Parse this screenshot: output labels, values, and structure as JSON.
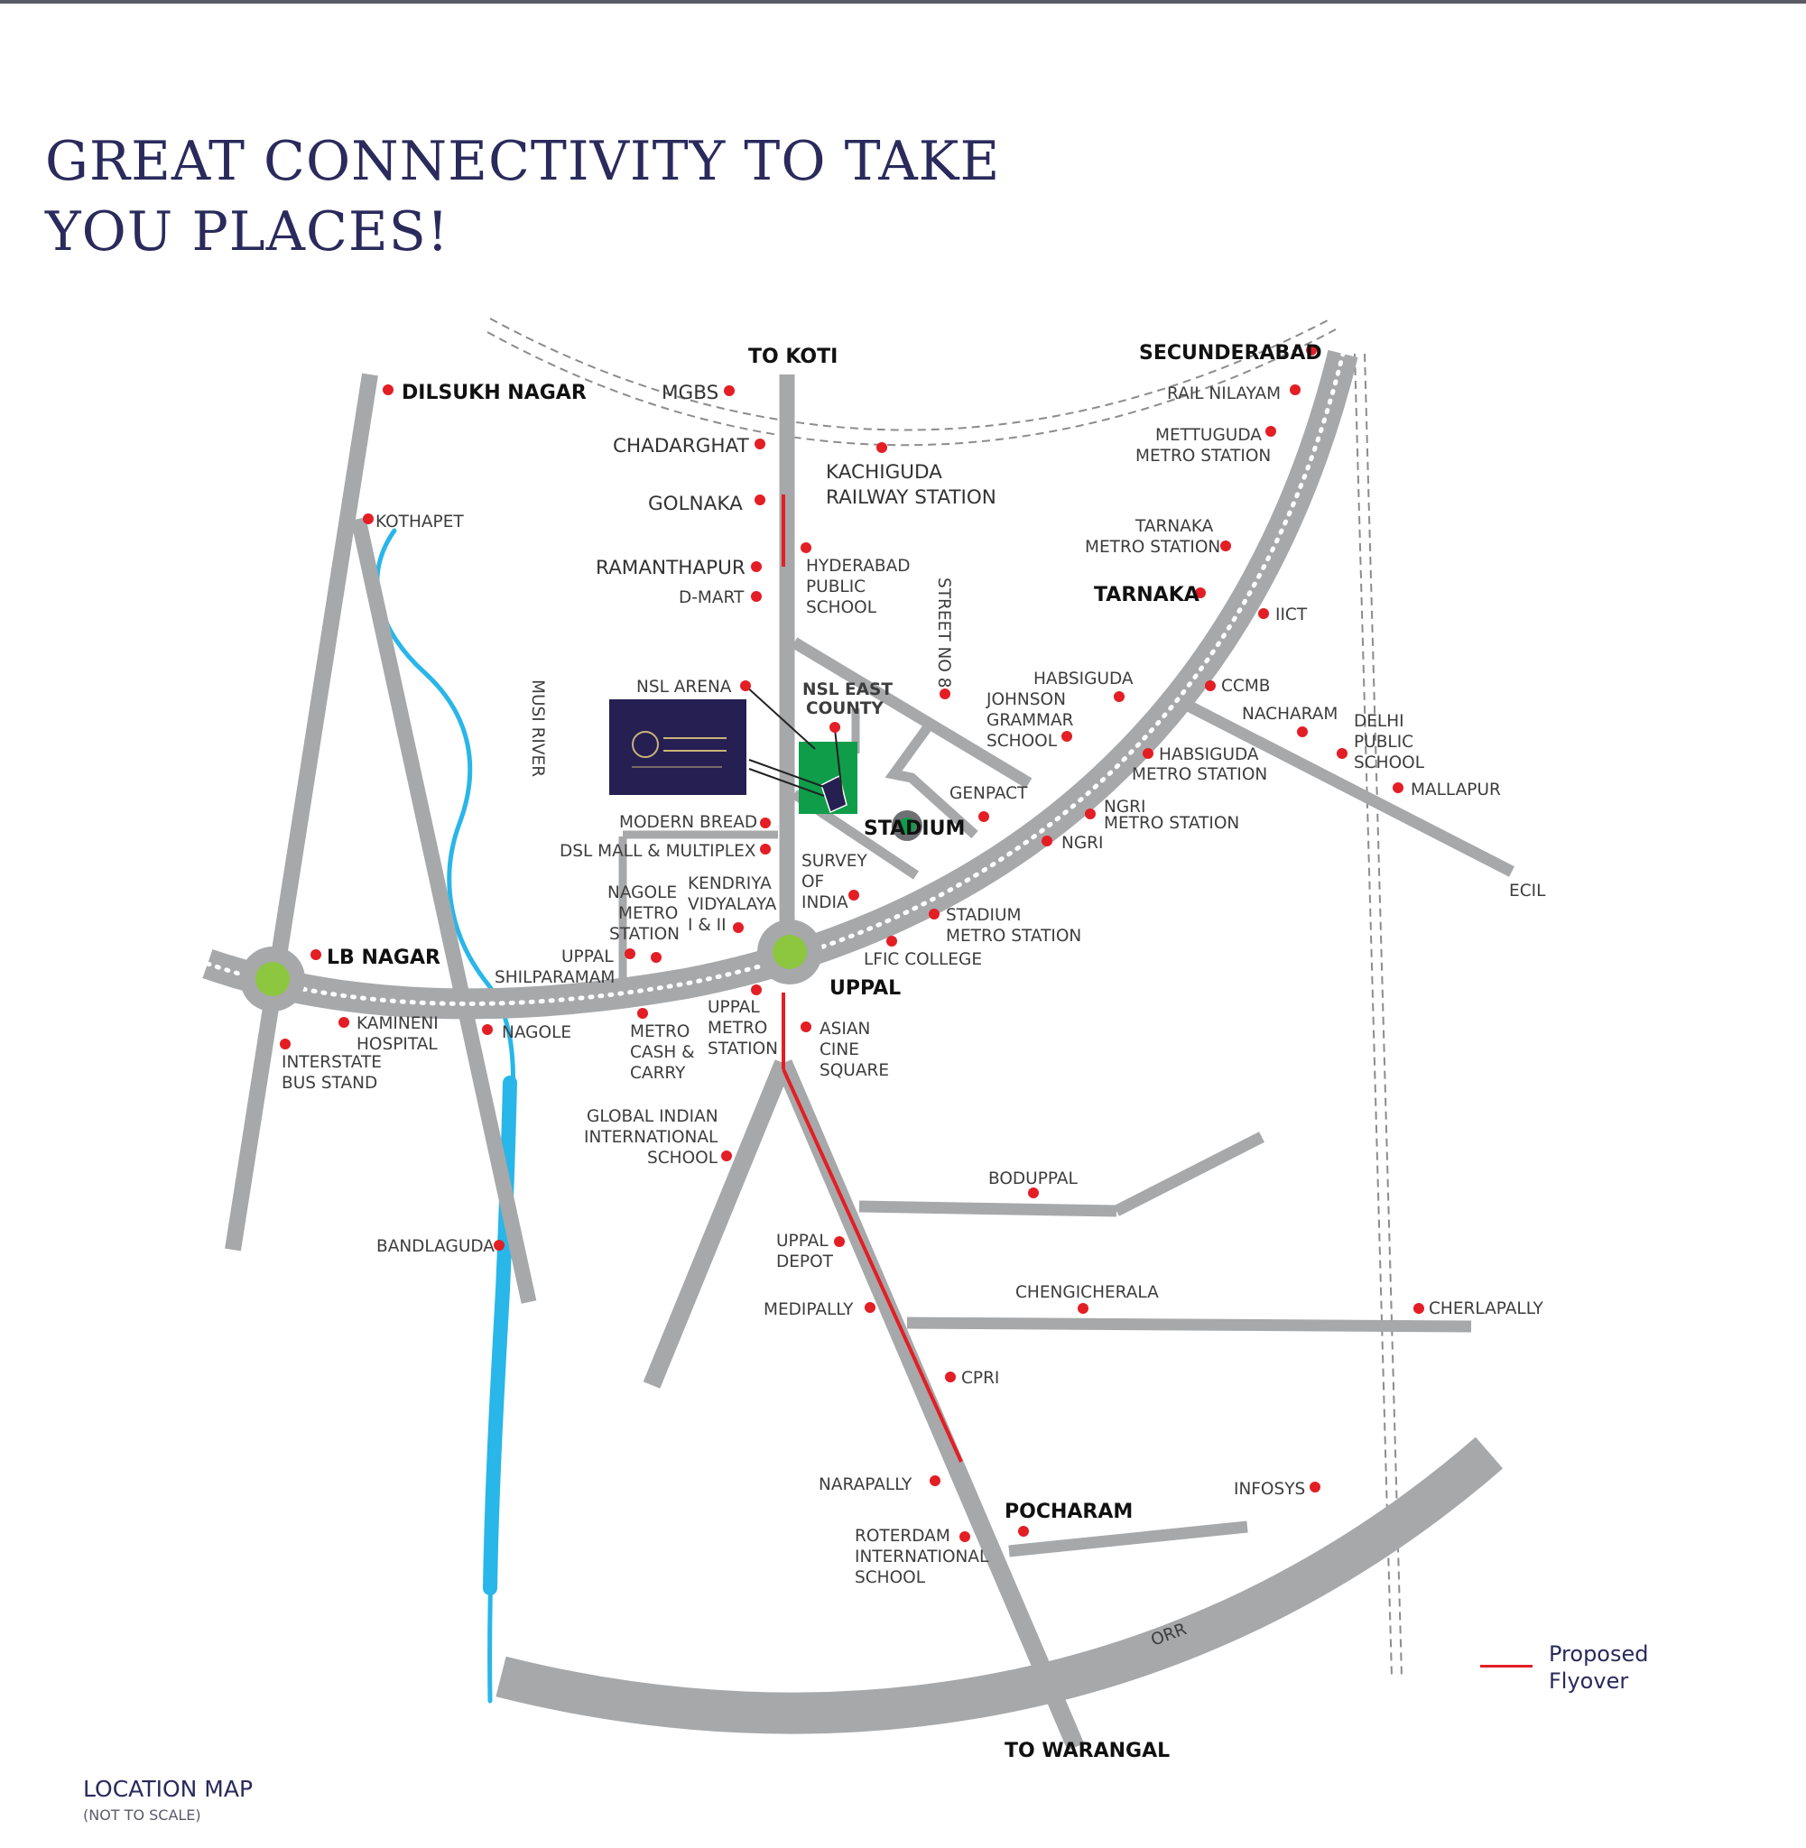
{
  "title": {
    "line1": "GREAT CONNECTIVITY TO TAKE",
    "line2": "YOU PLACES!"
  },
  "map": {
    "labels": {
      "to_koti": "TO KOTI",
      "secunderabad": "SECUNDERABAD",
      "dilsukh_nagar": "DILSUKH NAGAR",
      "mgbs": "MGBS",
      "rail_nilayam": "RAIL NILAYAM",
      "chadarghat": "CHADARGHAT",
      "kachiguda_1": "KACHIGUDA",
      "kachiguda_2": "RAILWAY STATION",
      "mettuguda_1": "METTUGUDA",
      "mettuguda_2": "METRO STATION",
      "golnaka": "GOLNAKA",
      "kothapet": "KOTHAPET",
      "tarnaka_metro_1": "TARNAKA",
      "tarnaka_metro_2": "METRO STATION",
      "ramanthapur": "RAMANTHAPUR",
      "hps_1": "HYDERABAD",
      "hps_2": "PUBLIC",
      "hps_3": "SCHOOL",
      "dmart": "D-MART",
      "tarnaka": "TARNAKA",
      "iict": "IICT",
      "street_no8": "STREET NO 8",
      "musi_river": "MUSI RIVER",
      "nsl_arena": "NSL ARENA",
      "nsl_east_1": "NSL EAST",
      "nsl_east_2": "COUNTY",
      "habsiguda": "HABSIGUDA",
      "jgs_1": "JOHNSON",
      "jgs_2": "GRAMMAR",
      "jgs_3": "SCHOOL",
      "ccmb": "CCMB",
      "nacharam": "NACHARAM",
      "dps_1": "DELHI",
      "dps_2": "PUBLIC",
      "dps_3": "SCHOOL",
      "habsiguda_metro_1": "HABSIGUDA",
      "habsiguda_metro_2": "METRO STATION",
      "mallapur": "MALLAPUR",
      "genpact": "GENPACT",
      "ngri_metro_1": "NGRI",
      "ngri_metro_2": "METRO STATION",
      "modern_bread": "MODERN BREAD",
      "stadium": "STADIUM",
      "ngri": "NGRI",
      "dsl_mall": "DSL MALL & MULTIPLEX",
      "ecil": "ECIL",
      "nagole_metro_1": "NAGOLE",
      "nagole_metro_2": "METRO",
      "nagole_metro_3": "STATION",
      "kv_1": "KENDRIYA",
      "kv_2": "VIDYALAYA",
      "kv_3": "I & II",
      "soi_1": "SURVEY",
      "soi_2": "OF",
      "soi_3": "INDIA",
      "stadium_metro_1": "STADIUM",
      "stadium_metro_2": "METRO STATION",
      "lb_nagar": "LB NAGAR",
      "uppal_shilparamam_1": "UPPAL",
      "uppal_shilparamam_2": "SHILPARAMAM",
      "lfic": "LFIC COLLEGE",
      "uppal": "UPPAL",
      "kamineni_1": "KAMINENI",
      "kamineni_2": "HOSPITAL",
      "nagole": "NAGOLE",
      "metro_cc_1": "METRO",
      "metro_cc_2": "CASH &",
      "metro_cc_3": "CARRY",
      "uppal_metro_1": "UPPAL",
      "uppal_metro_2": "METRO",
      "uppal_metro_3": "STATION",
      "asian_1": "ASIAN",
      "asian_2": "CINE",
      "asian_3": "SQUARE",
      "isbs_1": "INTERSTATE",
      "isbs_2": "BUS STAND",
      "giis_1": "GLOBAL INDIAN",
      "giis_2": "INTERNATIONAL",
      "giis_3": "SCHOOL",
      "boduppal": "BODUPPAL",
      "bandlaguda": "BANDLAGUDA",
      "uppal_depot_1": "UPPAL",
      "uppal_depot_2": "DEPOT",
      "chengicherala": "CHENGICHERALA",
      "medipally": "MEDIPALLY",
      "cherlapally": "CHERLAPALLY",
      "cpri": "CPRI",
      "narapally": "NARAPALLY",
      "infosys": "INFOSYS",
      "pocharam": "POCHARAM",
      "ris_1": "ROTERDAM",
      "ris_2": "INTERNATIONAL",
      "ris_3": "SCHOOL",
      "orr": "ORR",
      "to_warangal": "TO WARANGAL"
    }
  },
  "legend": {
    "line1": "Proposed",
    "line2": "Flyover"
  },
  "footer": {
    "title": "LOCATION MAP",
    "note": "(NOT TO SCALE)"
  },
  "colors": {
    "road": "#a7a8aa",
    "marker": "#e31e24",
    "river": "#29b6e8",
    "project": "#0f9d4a",
    "junction": "#8dc63f",
    "logo_bg": "#261f52",
    "title": "#2a2a5c"
  },
  "icons": {
    "marker": "red-dot-icon",
    "stadium": "stadium-icon",
    "junction": "junction-circle-icon"
  }
}
